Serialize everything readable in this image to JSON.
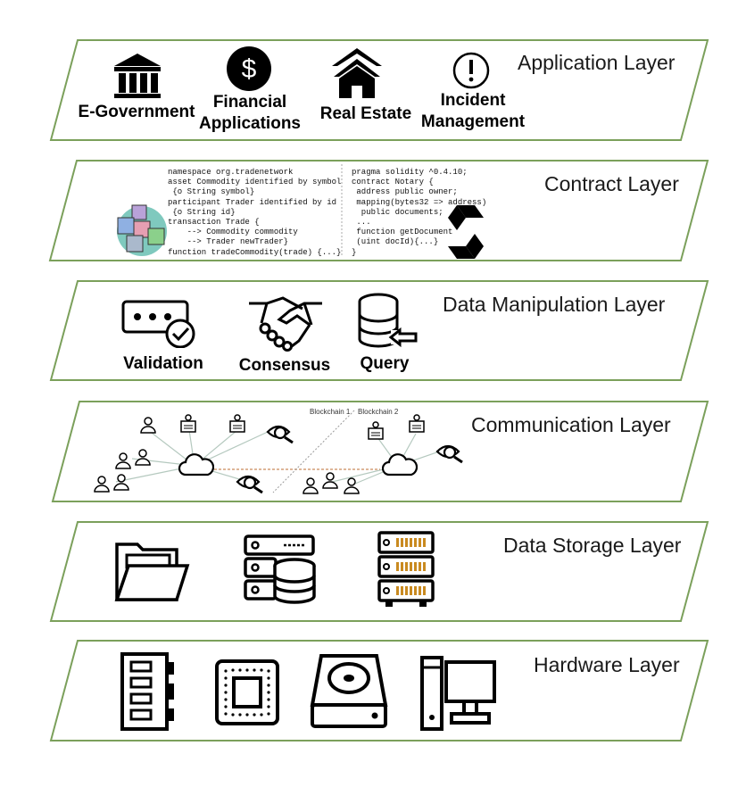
{
  "layers": {
    "application": {
      "title": "Application Layer",
      "items": [
        "E-Government",
        "Financial\nApplications",
        "Real Estate",
        "Incident\nManagement"
      ]
    },
    "contract": {
      "title": "Contract Layer",
      "code_left": "namespace org.tradenetwork\nasset Commodity identified by symbol\n {o String symbol}\nparticipant Trader identified by id\n {o String id}\ntransaction Trade {\n    --> Commodity commodity\n    --> Trader newTrader}\nfunction tradeCommodity(trade) {...}",
      "code_right": "pragma solidity ^0.4.10;\ncontract Notary {\n address public owner;\n mapping(bytes32 => address)\n  public documents;\n ...\n function getDocument\n (uint docId){...}\n}"
    },
    "data_manipulation": {
      "title": "Data Manipulation Layer",
      "items": [
        "Validation",
        "Consensus",
        "Query"
      ]
    },
    "communication": {
      "title": "Communication Layer",
      "blockchain1": "Blockchain 1",
      "blockchain2": "Blockchain 2"
    },
    "data_storage": {
      "title": "Data Storage Layer"
    },
    "hardware": {
      "title": "Hardware Layer"
    }
  },
  "colors": {
    "frame": "#7ba05b",
    "line": "#b5c9bf",
    "dashed": "#c98a5a"
  },
  "icons": [
    "bank-icon",
    "dollar-icon",
    "house-icon",
    "alert-icon",
    "blocks-icon",
    "solidity-icon",
    "dots-check-icon",
    "handshake-icon",
    "database-query-icon",
    "user-icon",
    "document-icon",
    "eye-search-icon",
    "cloud-icon",
    "folder-icon",
    "server-database-icon",
    "server-rack-icon",
    "ram-icon",
    "cpu-icon",
    "harddisk-icon",
    "desktop-icon"
  ]
}
